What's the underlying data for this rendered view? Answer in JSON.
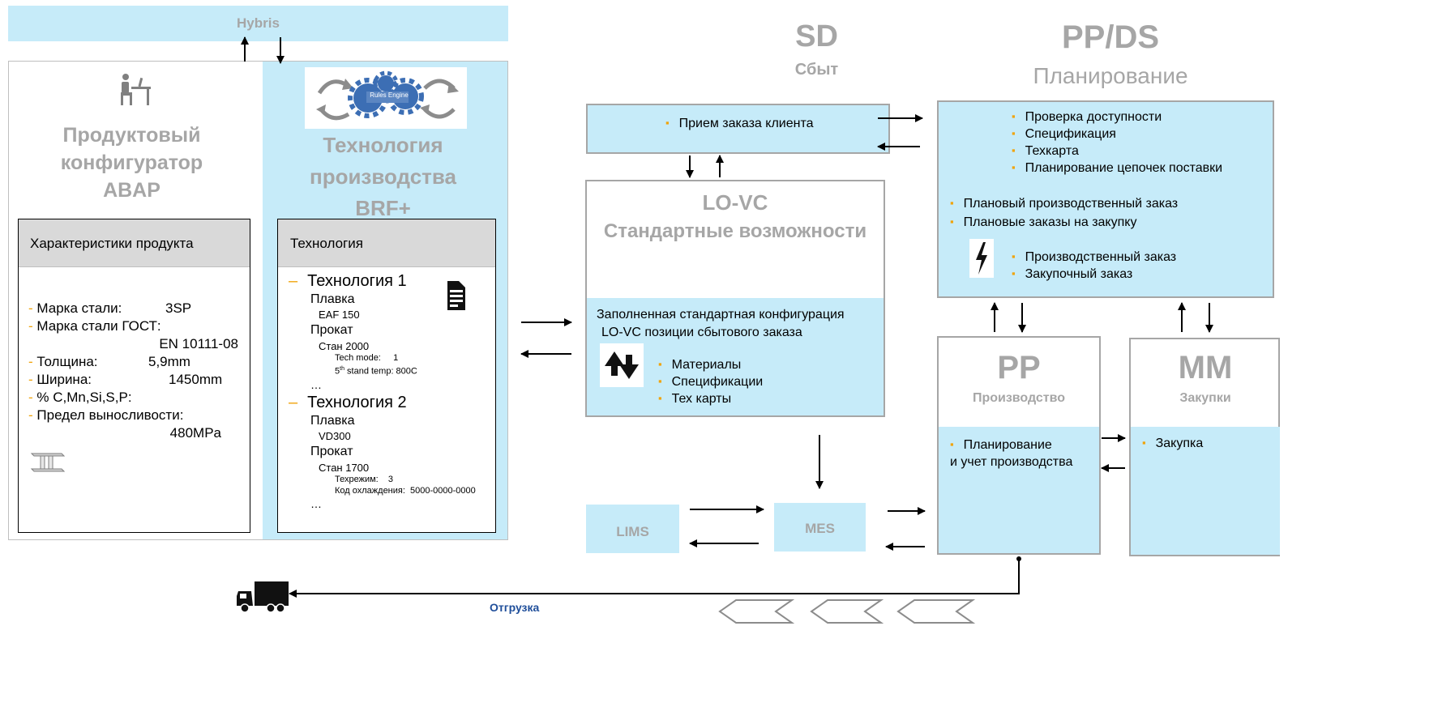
{
  "hybris": {
    "title": "Hybris"
  },
  "left_panel": {
    "configurator_title_1": "Продуктовый",
    "configurator_title_2": "конфигуратор",
    "configurator_title_3": "ABAP",
    "characteristics_header": "Характеристики продукта",
    "characteristics": [
      {
        "label": "Марка стали:",
        "value": "3SP"
      },
      {
        "label": "Марка стали ГОСТ:",
        "value": "EN 10111-08"
      },
      {
        "label": "Толщина:",
        "value": "5,9mm"
      },
      {
        "label": "Ширина:",
        "value": "1450mm"
      },
      {
        "label": "% C,Mn,Si,S,P:",
        "value": ""
      },
      {
        "label": "Предел выносливости:",
        "value": "480MPa"
      }
    ]
  },
  "tech_panel": {
    "rules_engine_label": "Rules Engine",
    "title_1": "Технология",
    "title_2": "производства",
    "title_3": "BRF+",
    "header": "Технология",
    "tech1": {
      "name": "Технология 1",
      "melt_label": "Плавка",
      "melt_value": "EAF 150",
      "roll_label": "Прокат",
      "mill": "Стан 2000",
      "mode": "Tech mode:     1",
      "stand_prefix": "5",
      "stand_sup": "th",
      "stand_suffix": " stand temp: 800C",
      "ellipsis": "…"
    },
    "tech2": {
      "name": "Технология 2",
      "melt_label": "Плавка",
      "melt_value": "VD300",
      "roll_label": "Прокат",
      "mill": "Стан 1700",
      "mode": "Техрежим:    3",
      "cooling": "Код охлаждения:  5000-0000-0000",
      "ellipsis": "…"
    }
  },
  "sd": {
    "title": "SD",
    "subtitle": "Сбыт",
    "order_item": "Прием заказа клиента"
  },
  "lovc": {
    "title_1": "LO-VC",
    "title_2": "Стандартные возможности",
    "text_1": "Заполненная стандартная конфигурация",
    "text_2": "LO-VC позиции сбытового заказа",
    "items": [
      "Материалы",
      "Спецификации",
      "Тех карты"
    ]
  },
  "ppds": {
    "title": "PP/DS",
    "subtitle": "Планирование",
    "items_top": [
      "Проверка доступности",
      "Спецификация",
      "Техкарта",
      "Планирование цепочек поставки"
    ],
    "items_mid": [
      "Плановый производственный заказ",
      "Плановые заказы на закупку"
    ],
    "items_bottom": [
      "Производственный заказ",
      "Закупочный заказ"
    ]
  },
  "pp": {
    "title": "PP",
    "subtitle": "Производство",
    "item_1": "Планирование",
    "item_2": "и учет производства"
  },
  "mm": {
    "title": "MM",
    "subtitle": "Закупки",
    "item": "Закупка"
  },
  "lims": {
    "label": "LIMS"
  },
  "mes": {
    "label": "MES"
  },
  "shipment": {
    "label": "Отгрузка"
  },
  "colors": {
    "light_blue": "#c6ebf9",
    "title_gray": "#a6a6a6",
    "bullet_orange": "#f0a30a",
    "shipment_blue": "#1f4e9a"
  }
}
